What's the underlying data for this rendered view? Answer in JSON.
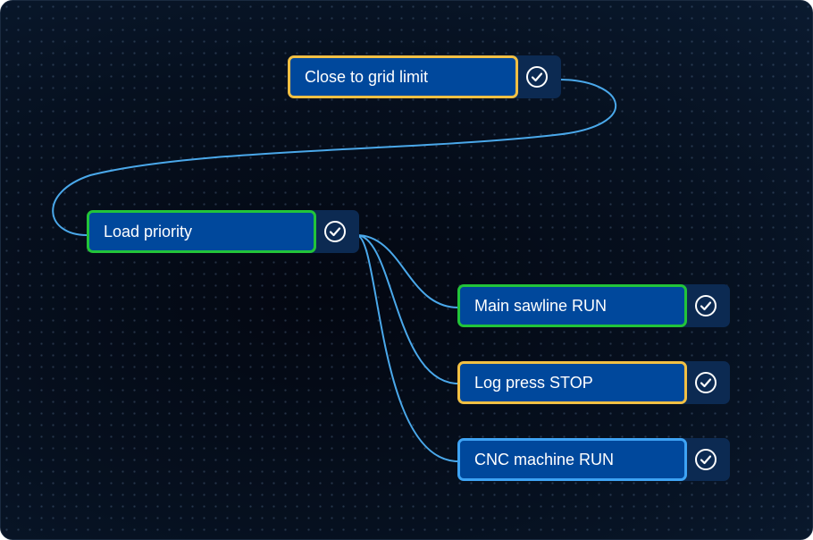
{
  "diagram": {
    "nodes": [
      {
        "id": "grid-limit",
        "label": "Close to grid limit",
        "status": "done",
        "border_color": "#f2c044",
        "icon": "check-circle-icon"
      },
      {
        "id": "load-priority",
        "label": "Load priority",
        "status": "done",
        "border_color": "#22c43a",
        "icon": "check-circle-icon"
      },
      {
        "id": "main-sawline",
        "label": "Main sawline RUN",
        "status": "done",
        "border_color": "#22c43a",
        "icon": "check-circle-icon"
      },
      {
        "id": "log-press",
        "label": "Log press STOP",
        "status": "done",
        "border_color": "#f2c044",
        "icon": "check-circle-icon"
      },
      {
        "id": "cnc-machine",
        "label": "CNC machine RUN",
        "status": "done",
        "border_color": "#3ea3f4",
        "icon": "check-circle-icon"
      }
    ],
    "edges": [
      {
        "from": "grid-limit",
        "to": "load-priority"
      },
      {
        "from": "load-priority",
        "to": "main-sawline"
      },
      {
        "from": "load-priority",
        "to": "log-press"
      },
      {
        "from": "load-priority",
        "to": "cnc-machine"
      }
    ],
    "colors": {
      "background": "#050b17",
      "node_fill": "#00489c",
      "tab_fill": "#0c2a52",
      "edge": "#4aa8ea"
    }
  }
}
